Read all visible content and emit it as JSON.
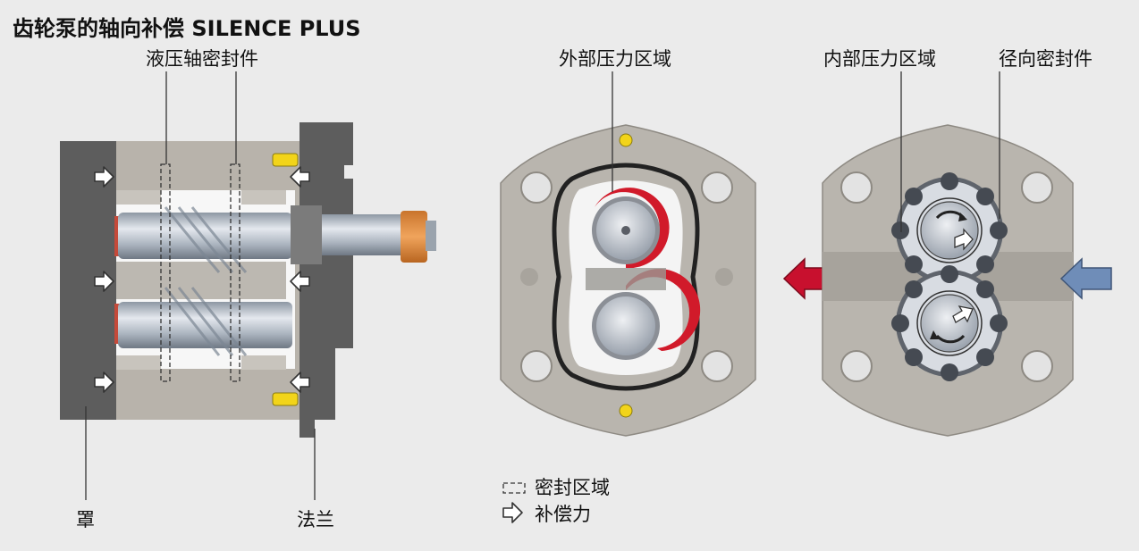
{
  "title": "齿轮泵的轴向补偿 SILENCE PLUS",
  "labels": {
    "hydraulic_shaft_seal": "液压轴密封件",
    "outer_pressure_zone": "外部压力区域",
    "inner_pressure_zone": "内部压力区域",
    "radial_seal": "径向密封件",
    "cover": "罩",
    "flange": "法兰"
  },
  "legend": {
    "seal_area": "密封区域",
    "compensation_force": "补偿力"
  },
  "colors": {
    "background": "#ebebeb",
    "housing": "#b9b5ae",
    "dark_housing": "#5c5c5c",
    "seal_red": "#d11a2a",
    "inlet_blue": "#6f8db8",
    "outlet_red": "#c8102e",
    "yellow_pin": "#f2d41a"
  }
}
